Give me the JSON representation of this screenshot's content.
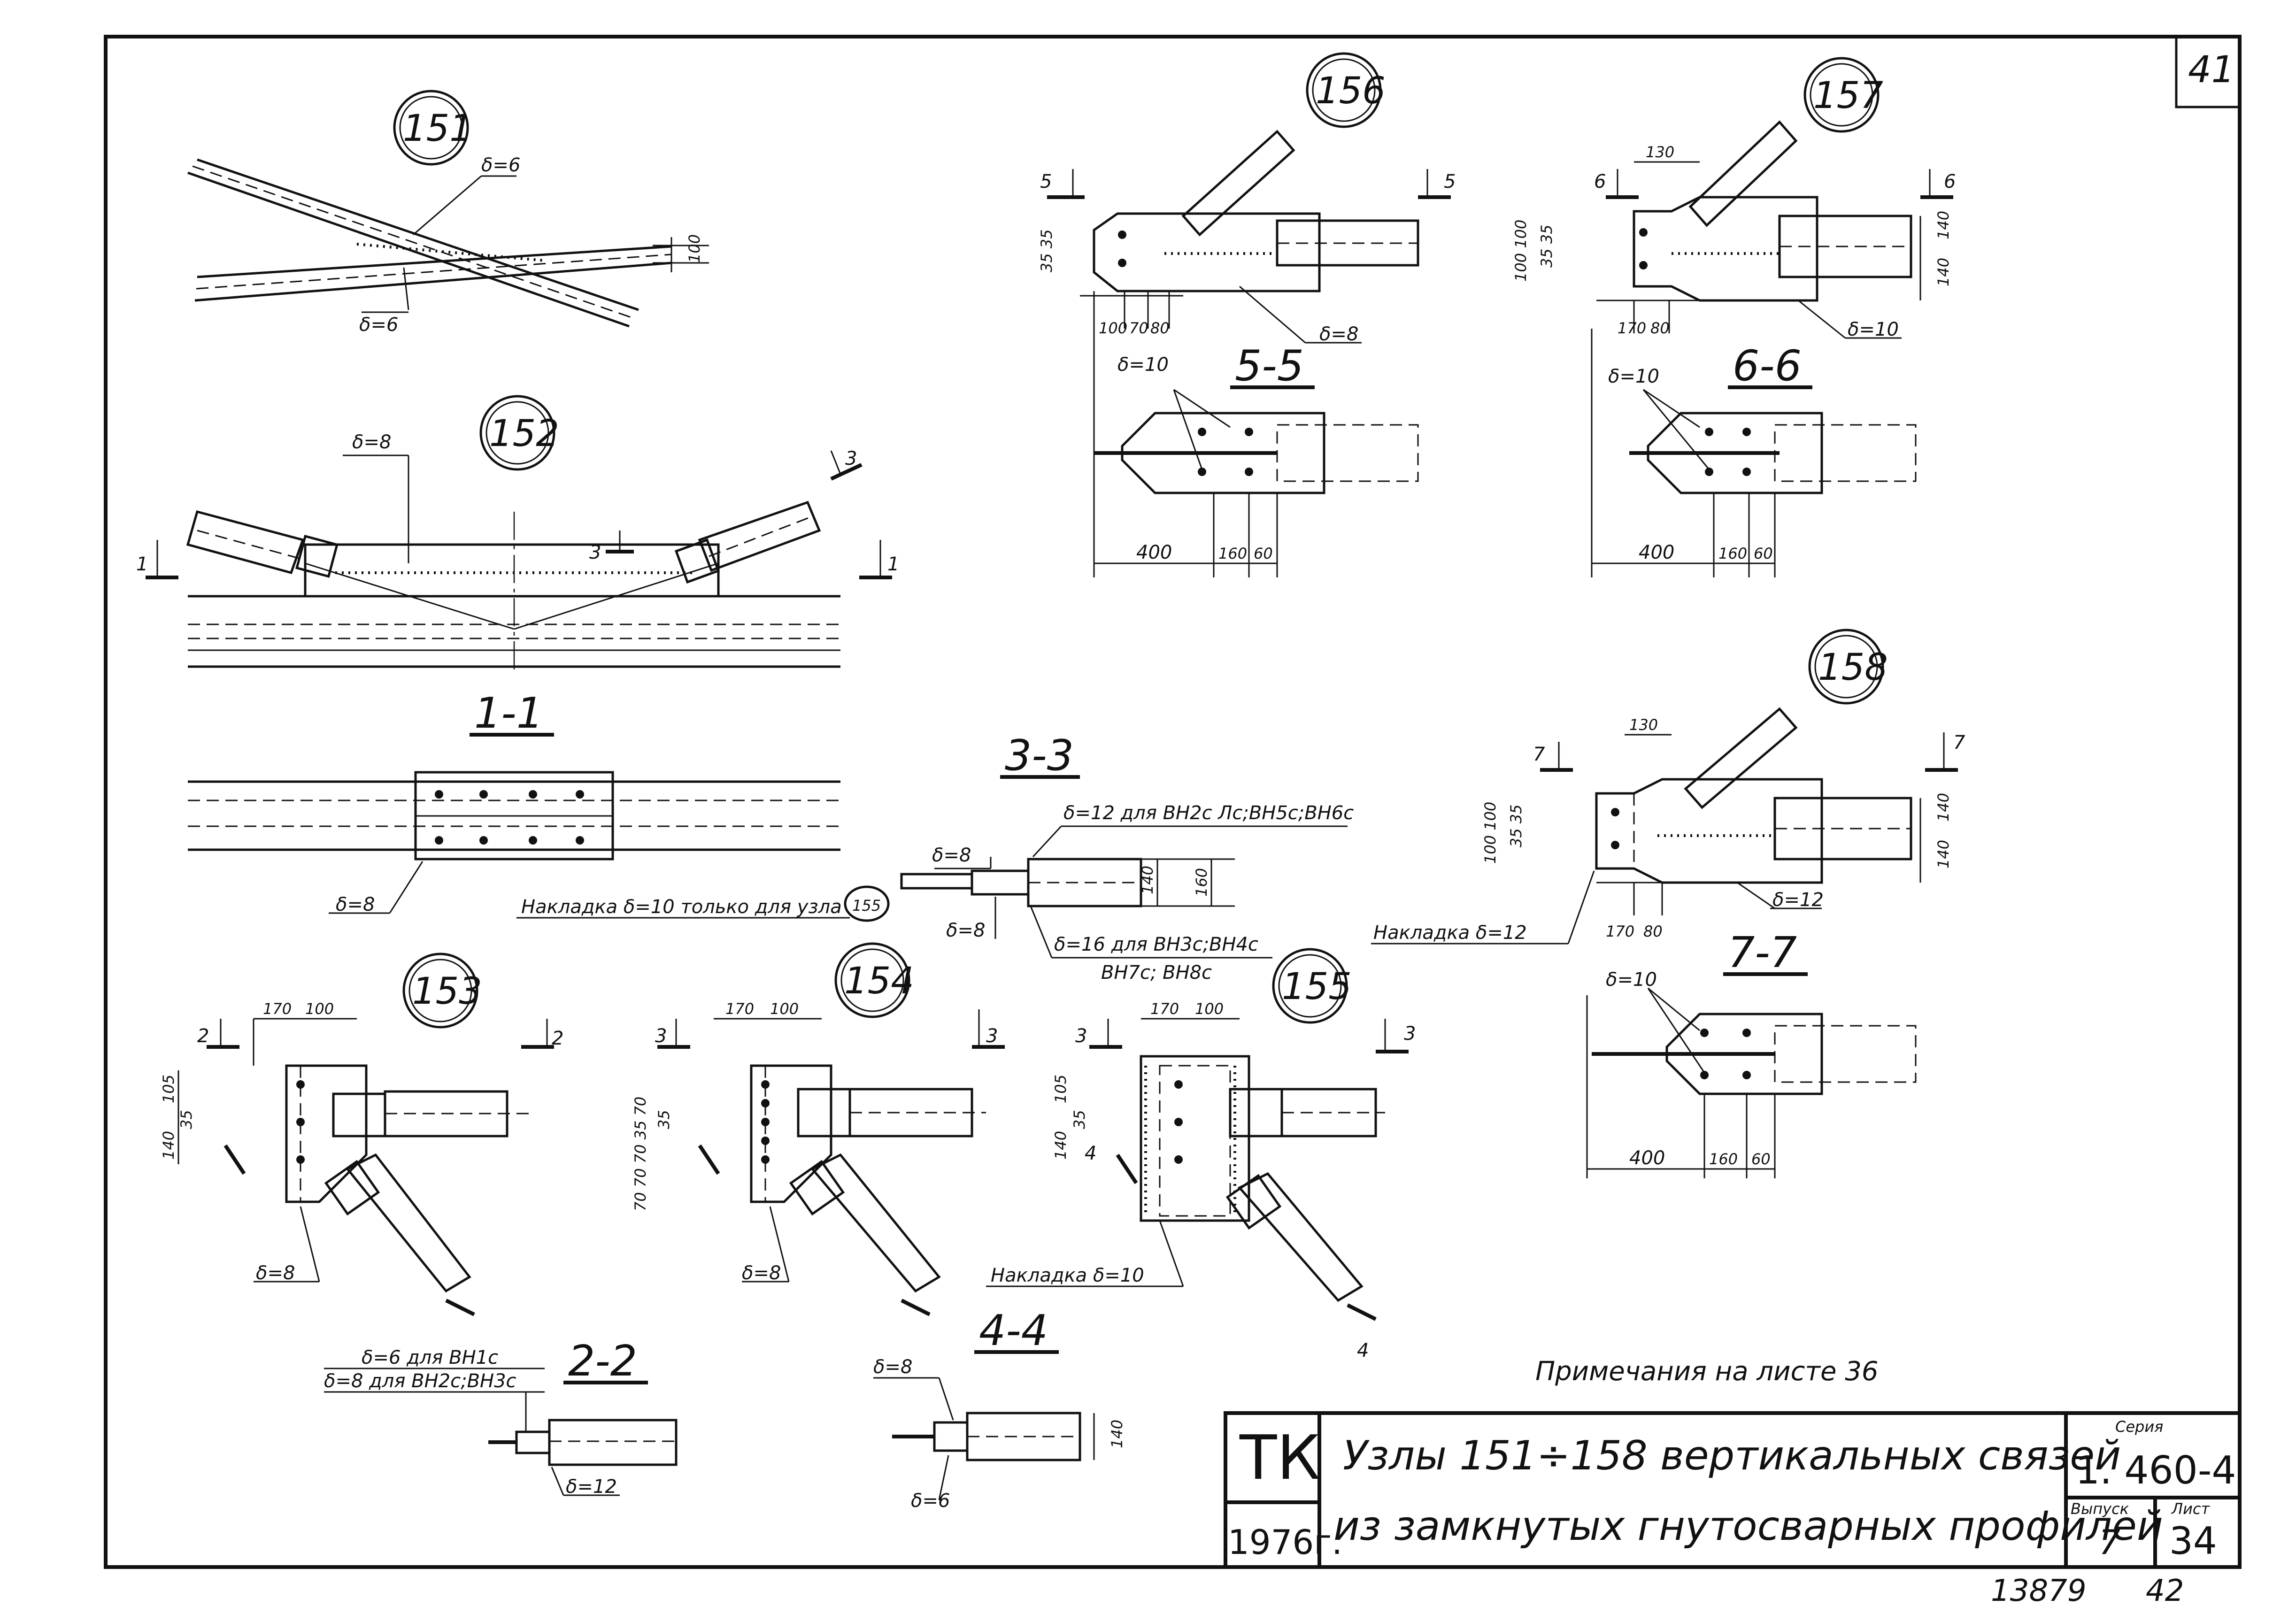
{
  "sheet": {
    "number_top": "41",
    "bottom_numbers": [
      "13879",
      "42"
    ],
    "notes": "Примечания   на   листе 36"
  },
  "title_block": {
    "org": "ТК",
    "year": "1976г.",
    "title_line1": "Узлы 151÷158 вертикальных связей",
    "title_line2": "из замкнутых гнутосварных профилей",
    "series_label": "Серия",
    "series_value": "1. 460-4",
    "issue_label": "Выпуск",
    "issue_value": "7",
    "sheet_label": "Лист",
    "sheet_value": "34"
  },
  "nodes": {
    "n151": "151",
    "n152": "152",
    "n153": "153",
    "n154": "154",
    "n155": "155",
    "n156": "156",
    "n157": "157",
    "n158": "158"
  },
  "sections": {
    "s11": "1-1",
    "s22": "2-2",
    "s33": "3-3",
    "s44": "4-4",
    "s55": "5-5",
    "s66": "6-6",
    "s77": "7-7"
  },
  "section_marks": {
    "m1": "1",
    "m2": "2",
    "m3": "3",
    "m4": "4",
    "m5": "5",
    "m6": "6",
    "m7": "7"
  },
  "labels": {
    "d6": "δ=6",
    "d8": "δ=8",
    "d10": "δ=10",
    "d12": "δ=12",
    "d16": "δ=16",
    "d12_note": "δ=12 для ВН2с Лс;ВН5с;ВН6с",
    "d16_note1": "δ=16 для ВН3с;ВН4с",
    "d16_note2": "ВН7с; ВН8с",
    "d6_note": "δ=6 для ВН1с",
    "d8_note": "δ=8 для ВН2с;ВН3с",
    "overlay_155": "Накладка δ=10 только для узла",
    "overlay_d10": "Накладка δ=10",
    "overlay_d12": "Накладка δ=12"
  },
  "dims": {
    "d100": "100",
    "d70": "70",
    "d80": "80",
    "d170": "170",
    "d130": "130",
    "d140": "140",
    "d160": "160",
    "d60": "60",
    "d400": "400",
    "d35": "35",
    "d105": "105",
    "d3535": "35 35",
    "d100100": "100 100",
    "d154col": "70 70 70 35 70",
    "d3535v": "35 35"
  }
}
